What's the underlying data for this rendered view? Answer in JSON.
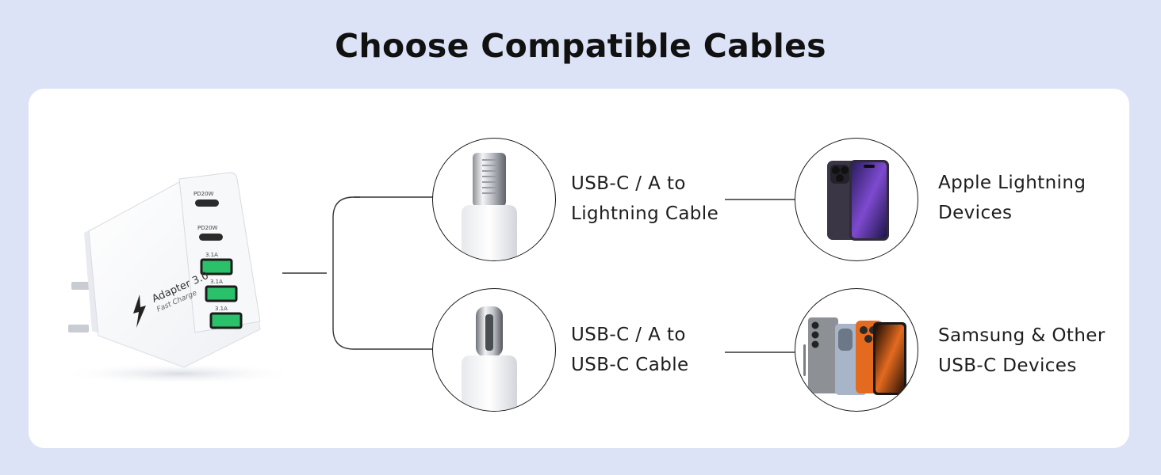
{
  "page_title": "Choose Compatible Cables",
  "charger": {
    "port_labels": [
      "PD20W",
      "PD20W",
      "3.1A",
      "3.1A",
      "3.1A"
    ],
    "body_text_line1": "Adapter 3.0",
    "body_text_line2": "Fast Charge"
  },
  "cables": [
    {
      "line1": "USB-C / A to",
      "line2": "Lightning Cable"
    },
    {
      "line1": "USB-C / A to",
      "line2": "USB-C Cable"
    }
  ],
  "devices": [
    {
      "line1": "Apple Lightning",
      "line2": "Devices"
    },
    {
      "line1": "Samsung & Other",
      "line2": "USB-C Devices"
    }
  ],
  "colors": {
    "background": "#dde3f7",
    "card": "#ffffff",
    "usb_port_green": "#2bc06a",
    "phone_purple": "#3b3646",
    "phone_orange": "#e46a1f"
  }
}
